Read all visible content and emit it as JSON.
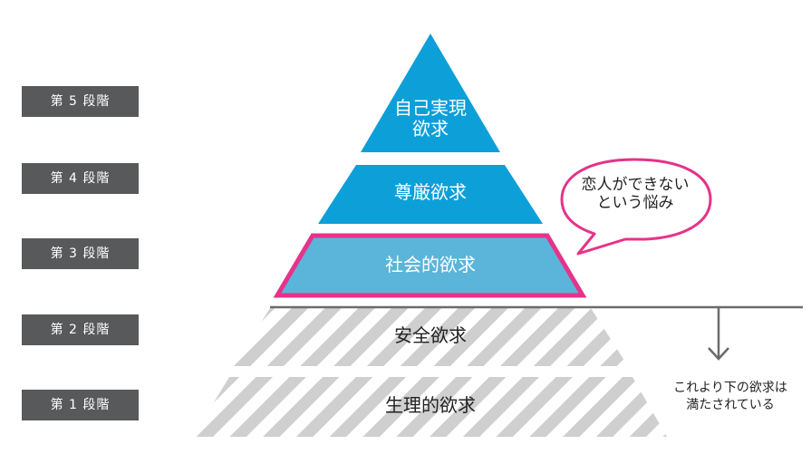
{
  "levels": [
    {
      "label": "第 5 段階"
    },
    {
      "label": "第 4 段階"
    },
    {
      "label": "第 3 段階"
    },
    {
      "label": "第 2 段階"
    },
    {
      "label": "第 1 段階"
    }
  ],
  "tiers": {
    "self_actualization": {
      "line1": "自己実現",
      "line2": "欲求"
    },
    "esteem": "尊厳欲求",
    "social": "社会的欲求",
    "safety": "安全欲求",
    "physiological": "生理的欲求"
  },
  "bubble": {
    "line1": "恋人ができない",
    "line2": "という悩み"
  },
  "note": {
    "line1": "これより下の欲求は",
    "line2": "満たされている"
  },
  "colors": {
    "tier_blue": "#0d9fd8",
    "social_fill": "#5bb4da",
    "highlight_border": "#e6338a",
    "stripe": "#cfcfcf",
    "level_bg": "#58595b",
    "divider": "#6b6b6b"
  }
}
